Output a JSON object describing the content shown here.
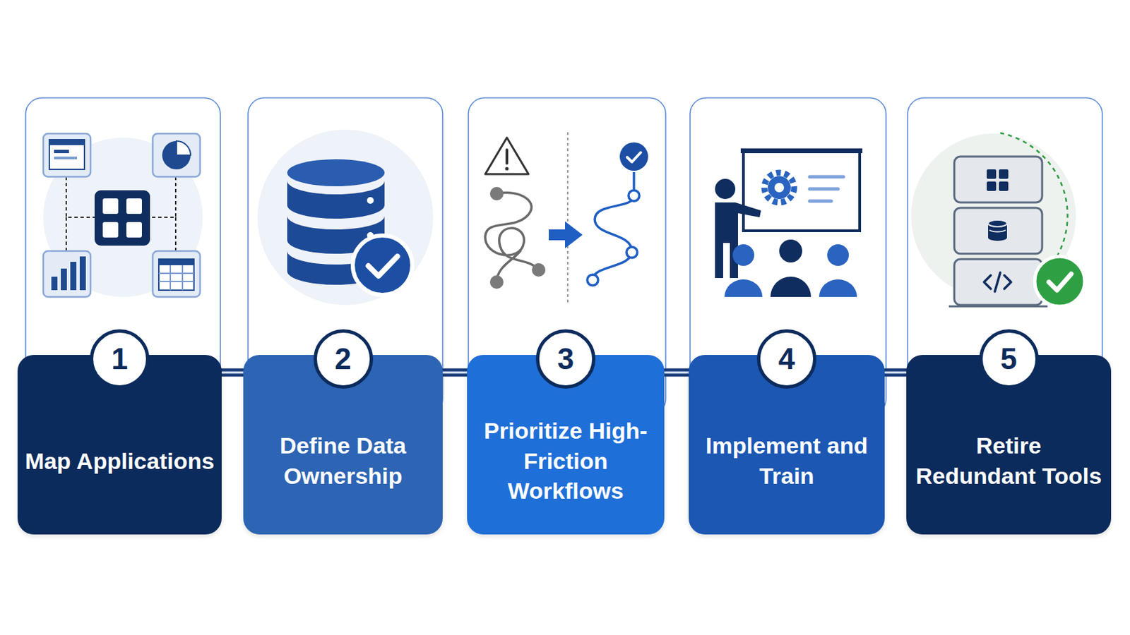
{
  "diagram": {
    "nodes": [
      {
        "text": [
          "Map Applications"
        ]
      },
      {
        "text": [
          "1"
        ],
        "in": 0
      },
      {
        "text": [
          "Define Data Ownership"
        ]
      },
      {
        "text": [
          "2"
        ],
        "in": 2
      },
      {
        "text": [
          "Prioritize High-Friction Workflows"
        ]
      },
      {
        "text": [
          "3"
        ],
        "in": 4
      },
      {
        "text": [
          "Implement and Train"
        ]
      },
      {
        "text": [
          "4"
        ],
        "in": 6
      },
      {
        "text": [
          "Retire Redundant Tools"
        ]
      },
      {
        "text": [
          "5"
        ],
        "in": 8
      }
    ],
    "edges": [
      {
        "from": 0,
        "to": 2,
        "arrow": "none"
      },
      {
        "from": 2,
        "to": 4,
        "arrow": "none"
      },
      {
        "from": 4,
        "to": 6,
        "arrow": "none"
      },
      {
        "from": 6,
        "to": 8,
        "arrow": "none"
      }
    ]
  }
}
